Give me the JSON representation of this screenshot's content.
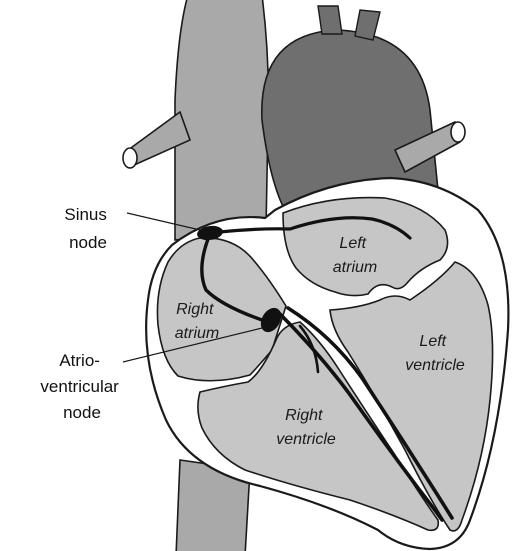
{
  "labels": {
    "sinus_node": [
      "Sinus",
      "node"
    ],
    "av_node": [
      "Atrio-",
      "ventricular",
      "node"
    ],
    "left_atrium": [
      "Left",
      "atrium"
    ],
    "right_atrium": [
      "Right",
      "atrium"
    ],
    "left_ventricle": [
      "Left",
      "ventricle"
    ],
    "right_ventricle": [
      "Right",
      "ventricle"
    ]
  },
  "colors": {
    "outline": "#1a1a1a",
    "vessel_light": "#a9a9a9",
    "vessel_dark": "#6f6f6f",
    "myocardium": "#ffffff",
    "chamber": "#c6c6c6",
    "node": "#111111"
  }
}
